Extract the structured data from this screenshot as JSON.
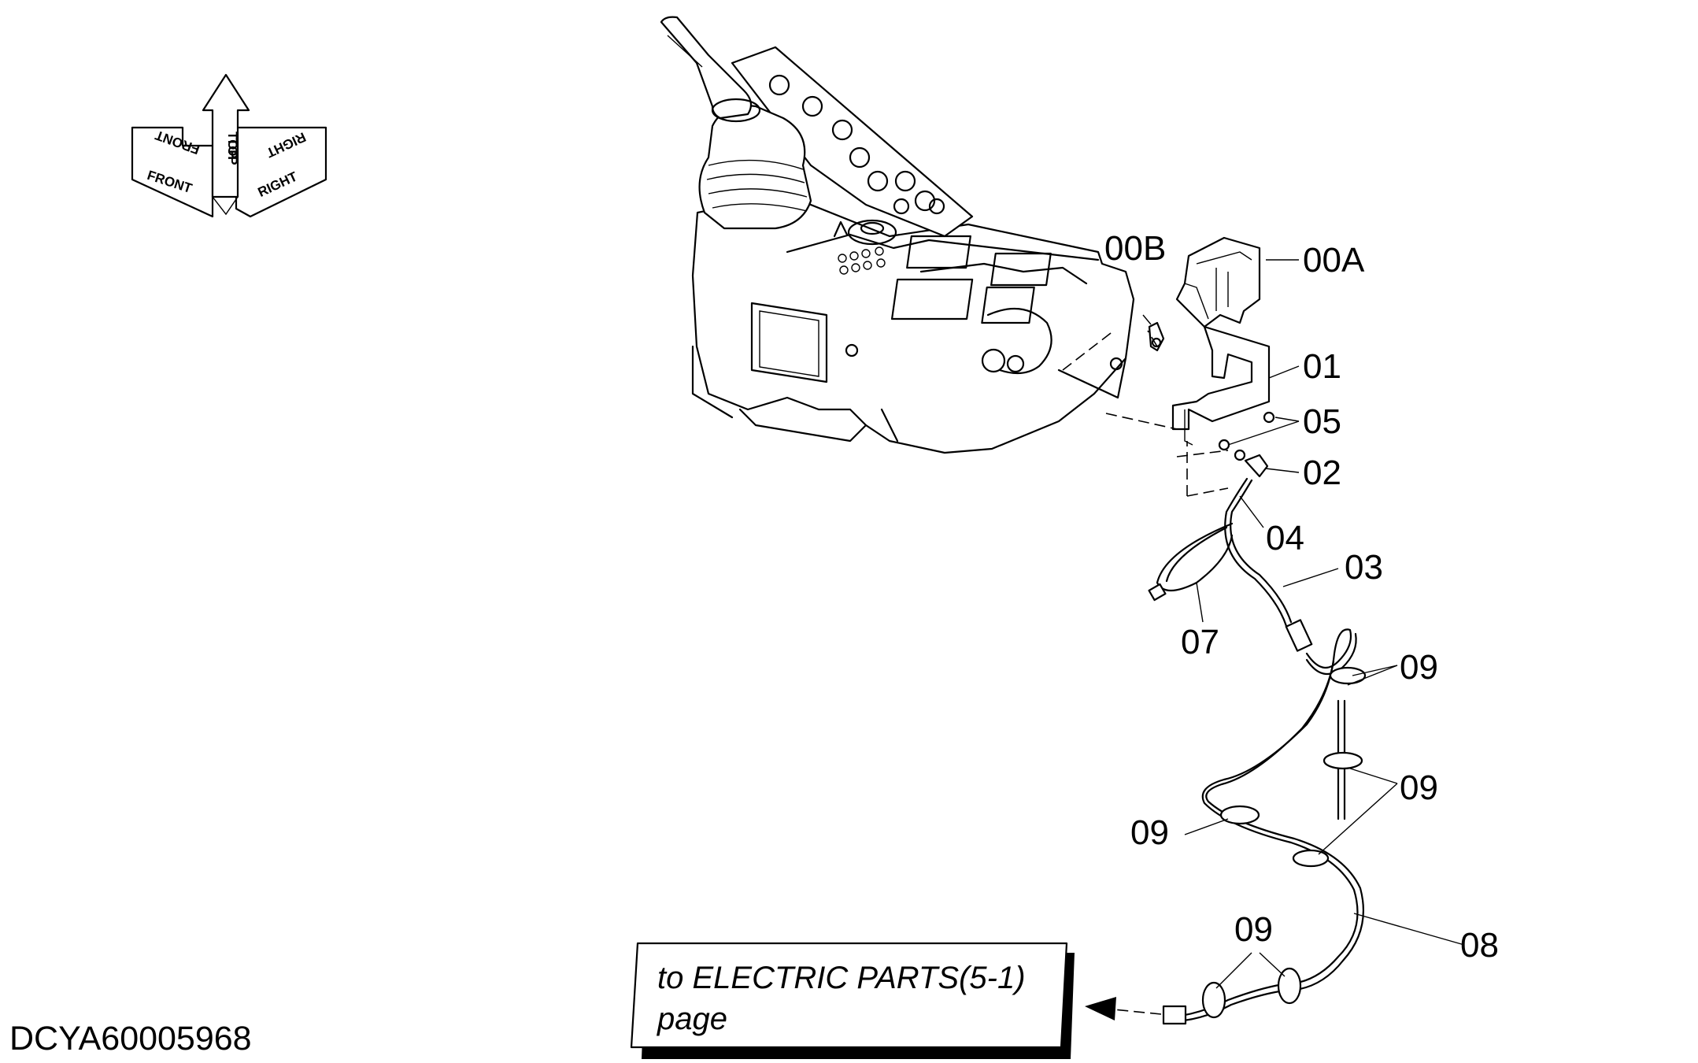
{
  "drawing_number": "DCYA60005968",
  "orientation": {
    "front": "FRONT",
    "top": "TOP",
    "right": "RIGHT"
  },
  "callouts": {
    "c00a": "00A",
    "c00b": "00B",
    "c01": "01",
    "c02": "02",
    "c03": "03",
    "c04": "04",
    "c05": "05",
    "c07": "07",
    "c08": "08",
    "c09a": "09",
    "c09b": "09",
    "c09c": "09",
    "c09d": "09"
  },
  "reference_box": {
    "line1": "to ELECTRIC PARTS(5-1)",
    "line2": "page"
  }
}
